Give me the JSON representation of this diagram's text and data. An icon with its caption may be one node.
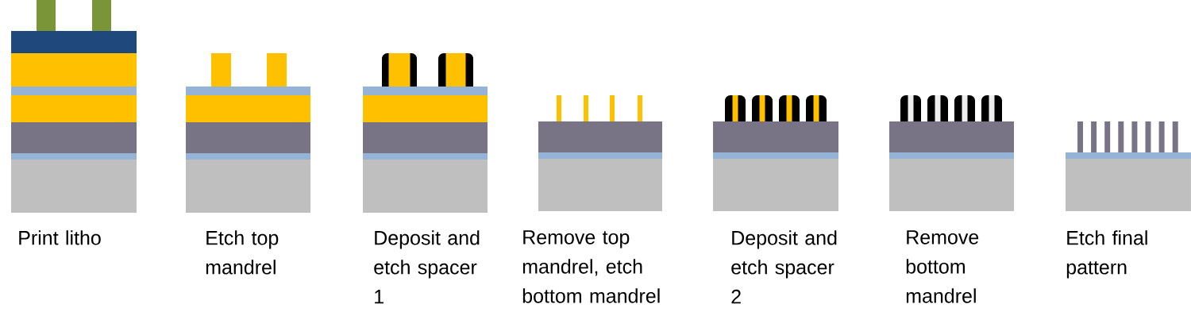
{
  "diagram": {
    "labels": [
      "Print litho",
      "Etch top mandrel",
      "Deposit and etch spacer 1",
      "Remove top mandrel, etch bottom mandrel",
      "Deposit and etch spacer 2",
      "Remove bottom mandrel",
      "Etch final pattern"
    ]
  }
}
